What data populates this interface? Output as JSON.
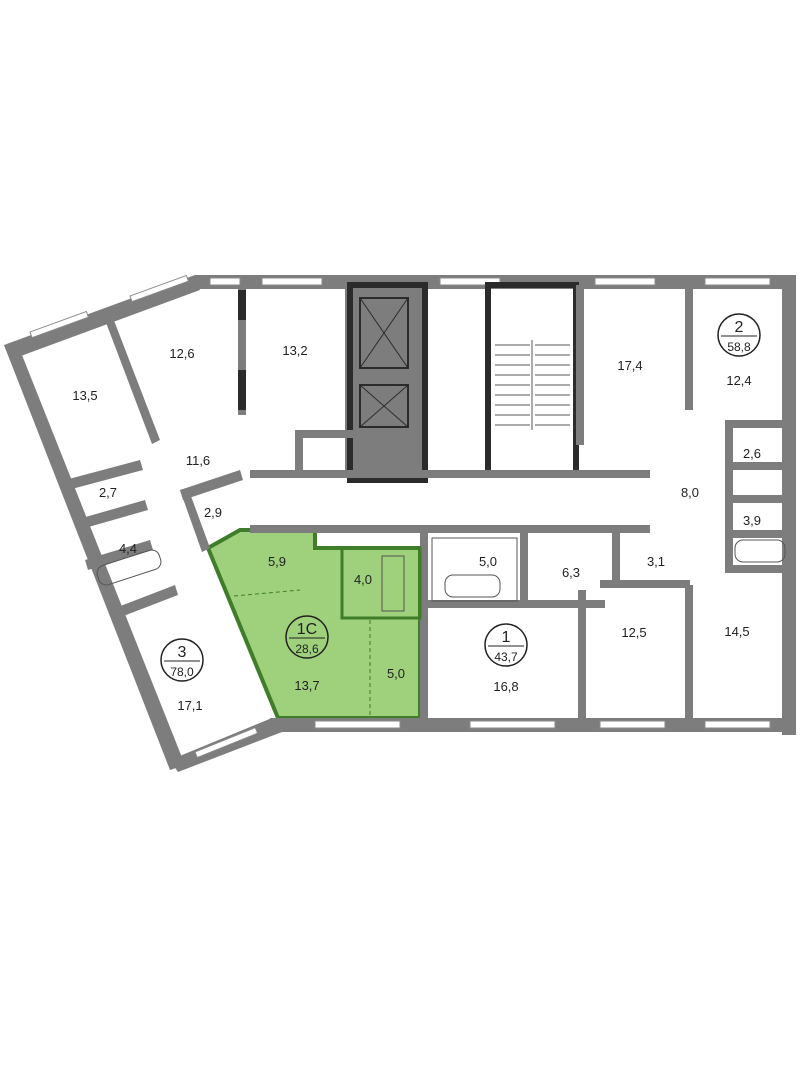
{
  "highlight_color": "#9fd07c",
  "wall_color": "#7d7d7d",
  "apartments": [
    {
      "number": "3",
      "area": "78,0"
    },
    {
      "number": "1С",
      "area": "28,6"
    },
    {
      "number": "1",
      "area": "43,7"
    },
    {
      "number": "2",
      "area": "58,8"
    }
  ],
  "rooms": {
    "r_13_5": "13,5",
    "r_12_6": "12,6",
    "r_13_2": "13,2",
    "r_11_6": "11,6",
    "r_2_7": "2,7",
    "r_2_9": "2,9",
    "r_4_4": "4,4",
    "r_17_1": "17,1",
    "r_5_9": "5,9",
    "r_4_0": "4,0",
    "r_13_7": "13,7",
    "r_5_0a": "5,0",
    "r_5_0b": "5,0",
    "r_6_3": "6,3",
    "r_3_1": "3,1",
    "r_16_8": "16,8",
    "r_12_5": "12,5",
    "r_14_5": "14,5",
    "r_17_4": "17,4",
    "r_12_4": "12,4",
    "r_2_6": "2,6",
    "r_8_0": "8,0",
    "r_3_9": "3,9"
  }
}
